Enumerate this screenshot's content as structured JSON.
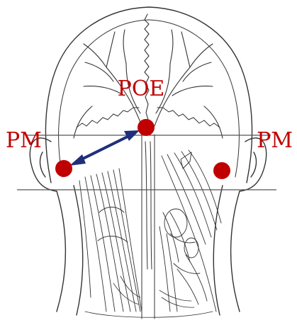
{
  "figure": {
    "labels": {
      "poe": "POE",
      "pm_left": "PM",
      "pm_right": "PM"
    },
    "colors": {
      "label": "#c00000",
      "marker": "#c00000",
      "arrow": "#1f2f7a",
      "reference_line": "#555555",
      "drawing": "#333333"
    }
  }
}
